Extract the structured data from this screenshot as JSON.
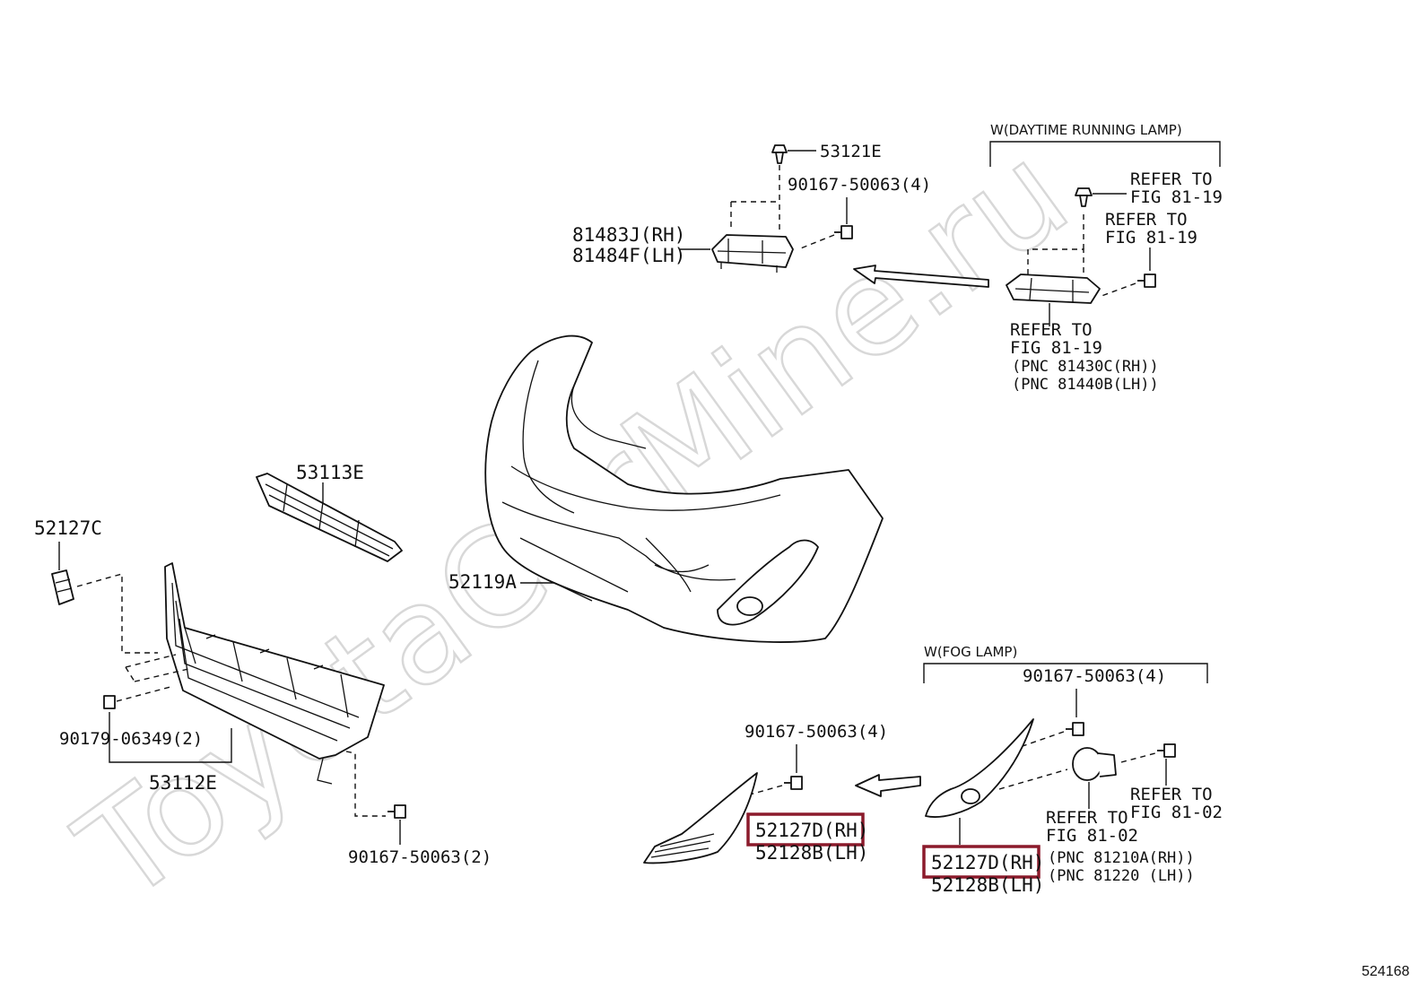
{
  "watermark": "ToyotaCarMine.ru",
  "figure_number": "524168",
  "groups": {
    "daytime_running_lamp": "W(DAYTIME RUNNING LAMP)",
    "fog_lamp": "W(FOG LAMP)"
  },
  "labels": {
    "p53121e": "53121E",
    "p90167_top": "90167-50063(4)",
    "p81483j": "81483J(RH)",
    "p81484f": "81484F(LH)",
    "refer_drl_1a": "REFER TO",
    "refer_drl_1b": "FIG 81-19",
    "refer_drl_2a": "REFER TO",
    "refer_drl_2b": "FIG 81-19",
    "refer_drl_3a": "REFER TO",
    "refer_drl_3b": "FIG 81-19",
    "pnc_81430c": "(PNC 81430C(RH))",
    "pnc_81440b": "(PNC 81440B(LH))",
    "p53113e": "53113E",
    "p52127c": "52127C",
    "p52119a": "52119A",
    "p90179": "90179-06349(2)",
    "p53112e": "53112E",
    "p90167_bottom": "90167-50063(2)",
    "p90167_fog_cover": "90167-50063(4)",
    "p52127d_left": "52127D(RH)",
    "p52128b_left": "52128B(LH)",
    "p90167_fog_group": "90167-50063(4)",
    "refer_fog_1a": "REFER TO",
    "refer_fog_1b": "FIG 81-02",
    "refer_fog_2a": "REFER TO",
    "refer_fog_2b": "FIG 81-02",
    "p52127d_right": "52127D(RH)",
    "p52128b_right": "52128B(LH)",
    "pnc_81210a": "(PNC 81210A(RH))",
    "pnc_81220": "(PNC 81220 (LH))"
  },
  "highlight_color": "#8b1a2b"
}
